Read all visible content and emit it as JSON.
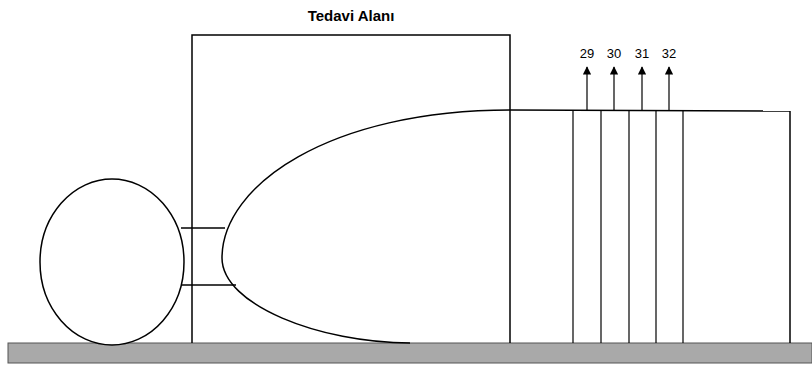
{
  "diagram": {
    "labels": [
      "Tedavi Alanı",
      "29",
      "30",
      "31",
      "32"
    ]
  }
}
